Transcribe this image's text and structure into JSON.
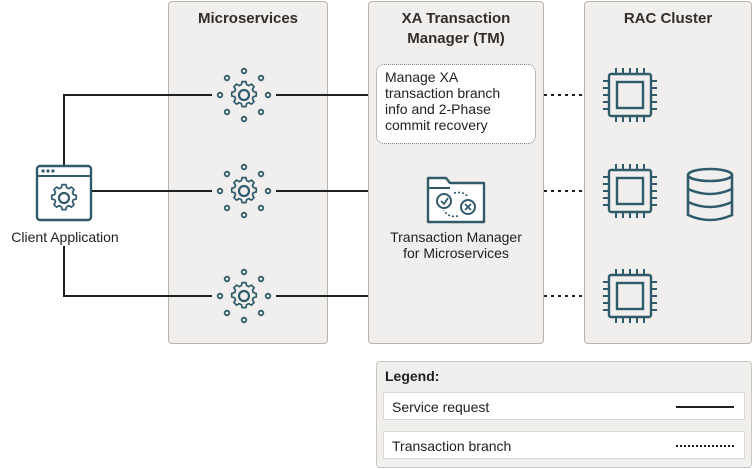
{
  "panels": {
    "microservices": {
      "title": "Microservices"
    },
    "xa_tm": {
      "title_line1": "XA Transaction",
      "title_line2": "Manager (TM)"
    },
    "rac": {
      "title": "RAC Cluster"
    }
  },
  "client": {
    "label": "Client Application"
  },
  "note": {
    "line1": "Manage XA",
    "line2": "transaction branch",
    "line3": "info and 2-Phase",
    "line4": "commit recovery"
  },
  "tm_node": {
    "line1": "Transaction Manager",
    "line2": "for Microservices"
  },
  "legend": {
    "title": "Legend:",
    "service_request": "Service request",
    "transaction_branch": "Transaction branch"
  },
  "colors": {
    "icon": "#2f5b6b",
    "line": "#1f1f1f",
    "panel_bg": "#f1efed"
  }
}
